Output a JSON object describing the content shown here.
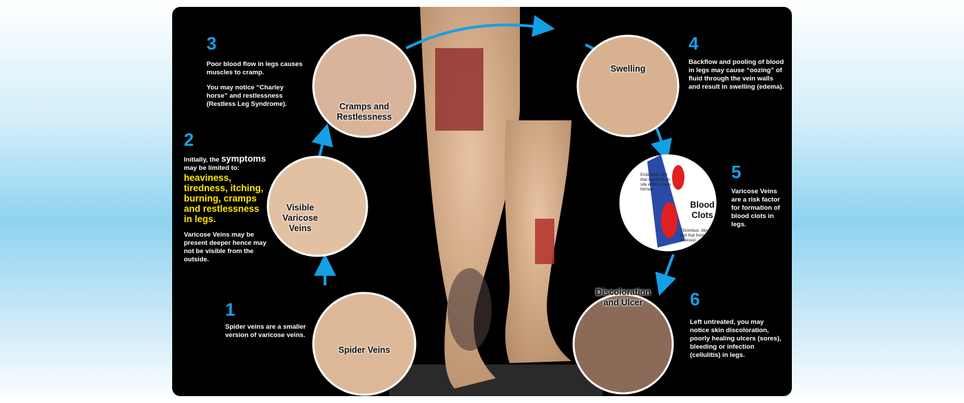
{
  "colors": {
    "accent": "#14a0e6",
    "highlight": "#ffe600",
    "panel": "#000000"
  },
  "steps": [
    {
      "number": "1",
      "circle_label": "Spider Veins",
      "text": "Spider veins are a smaller version of varicose veins."
    },
    {
      "number": "2",
      "circle_label": "Visible Varicose Veins",
      "intro_a": "Initially, the",
      "intro_b": "symptoms",
      "intro_c": "may be limited to:",
      "highlight": "heaviness, tiredness, itching, burning, cramps and restlessness in legs.",
      "text": "Varicose Veins may be present deeper hence may not be visible from the outside."
    },
    {
      "number": "3",
      "circle_label": "Cramps and Restlessness",
      "text": "Poor blood flow in legs causes muscles to cramp.",
      "text2": "You may notice “Charley horse” and restlessness (Restless Leg Syndrome)."
    },
    {
      "number": "4",
      "circle_label": "Swelling",
      "text": "Backflow and pooling of blood in legs may cause “oozing” of fluid through the vein walls and result in swelling (edema)."
    },
    {
      "number": "5",
      "circle_label": "Blood Clots",
      "embolism": "Embolism: clot that travels from site where it was formed",
      "thrombus": "Thrombus: blood clot that forms in a vessel",
      "text": "Varicose Veins are a risk factor for formation of blood clots in legs."
    },
    {
      "number": "6",
      "circle_label": "Discoloration and Ulcer",
      "text": "Left untreated, you may notice skin discoloration, poorly healing ulcers (sores), bleeding or infection (cellulitis) in legs."
    }
  ]
}
